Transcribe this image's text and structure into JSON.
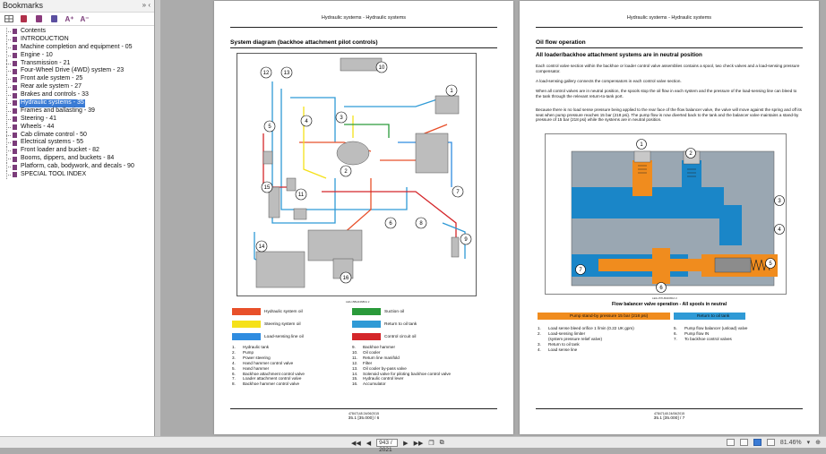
{
  "sidebar": {
    "title": "Bookmarks",
    "header_controls": "» ‹",
    "tools": [
      "grid-icon",
      "bookmark-icon",
      "bookmark-add-icon",
      "bookmark-remove-icon",
      "A⁺",
      "A⁻"
    ],
    "items": [
      {
        "label": "Contents"
      },
      {
        "label": "INTRODUCTION"
      },
      {
        "label": "Machine completion and equipment - 05"
      },
      {
        "label": "Engine - 10"
      },
      {
        "label": "Transmission - 21"
      },
      {
        "label": "Four-Wheel Drive (4WD) system - 23"
      },
      {
        "label": "Front axle system - 25"
      },
      {
        "label": "Rear axle system - 27"
      },
      {
        "label": "Brakes and controls - 33"
      },
      {
        "label": "Hydraulic systems - 35",
        "selected": true
      },
      {
        "label": "Frames and ballasting - 39"
      },
      {
        "label": "Steering - 41"
      },
      {
        "label": "Wheels - 44"
      },
      {
        "label": "Cab climate control - 50"
      },
      {
        "label": "Electrical systems - 55"
      },
      {
        "label": "Front loader and bucket - 82"
      },
      {
        "label": "Booms, dippers, and buckets - 84"
      },
      {
        "label": "Platform, cab, bodywork, and decals - 90"
      },
      {
        "label": "SPECIAL TOOL INDEX"
      }
    ]
  },
  "page_left": {
    "header": "Hydraulic systems - Hydraulic systems",
    "title": "System diagram (backhoe attachment pilot controls)",
    "figure_code": "LEIL15BH0468FA",
    "figure_number": "2",
    "legend": [
      {
        "label": "Hydraulic system oil",
        "color": "#e8502a"
      },
      {
        "label": "Suction oil",
        "color": "#2a9a3a"
      },
      {
        "label": "Steering system oil",
        "color": "#f5e11a"
      },
      {
        "label": "Return to oil tank",
        "color": "#2f9ad6"
      },
      {
        "label": "Load-sensing line oil",
        "color": "#2f8ce0"
      },
      {
        "label": "Control circuit oil",
        "color": "#d4262a"
      }
    ],
    "items_left": [
      {
        "n": "1.",
        "t": "Hydraulic tank"
      },
      {
        "n": "2.",
        "t": "Pump"
      },
      {
        "n": "3.",
        "t": "Power steering"
      },
      {
        "n": "4.",
        "t": "Hand hammer control valve"
      },
      {
        "n": "5.",
        "t": "Hand hammer"
      },
      {
        "n": "6.",
        "t": "Backhoe attachment control valve"
      },
      {
        "n": "7.",
        "t": "Loader attachment control valve"
      },
      {
        "n": "8.",
        "t": "Backhoe hammer control valve"
      }
    ],
    "items_right": [
      {
        "n": "9.",
        "t": "Backhoe hammer"
      },
      {
        "n": "10.",
        "t": "Oil cooler"
      },
      {
        "n": "11.",
        "t": "Return line manifold"
      },
      {
        "n": "12.",
        "t": "Filter"
      },
      {
        "n": "13.",
        "t": "Oil cooler by-pass valve"
      },
      {
        "n": "14.",
        "t": "Solenoid valve for piloting backhoe control valve"
      },
      {
        "n": "15.",
        "t": "Hydraulic control lever"
      },
      {
        "n": "16.",
        "t": "Accumulator"
      }
    ],
    "footer_line1": "47847148 24/06/2015",
    "footer_line2": "35.1 [35.000] / 6",
    "callouts": [
      "1",
      "2",
      "3",
      "4",
      "5",
      "6",
      "7",
      "8",
      "9",
      "10",
      "11",
      "12",
      "13",
      "14",
      "15",
      "16"
    ]
  },
  "page_right": {
    "header": "Hydraulic systems - Hydraulic systems",
    "title": "Oil flow operation",
    "subtitle": "All loader/backhoe attachment systems are in neutral position",
    "paragraphs": [
      "Each control valve section within the backhoe or loader control valve assemblies contains a spool, two check valves and a load-sensing pressure compensator.",
      "A load-sensing gallery connects the compensators in each control valve section.",
      "When all control valves are in neutral position, the spools stop the oil flow in each system and the pressure of the load-sensing line can bleed to the tank through the relevant return-to-tank port.",
      "Because there is no load sense pressure being applied to the rear face of the flow balancer valve, the valve will move against the spring and off its seat when pump pressure reaches 15 bar (218 psi). The pump flow is now diverted back to the tank and the balancer valve maintains a stand-by pressure of 15 bar (218 psi) while the systems are in neutral position."
    ],
    "figure_code": "LEIL15TLB0468FA",
    "figure_number": "3",
    "figure_caption": "Flow balancer valve operation - All spools in neutral",
    "legend": [
      {
        "label": "Pump stand-by pressure 15 bar (218 psi)",
        "color": "#f08c1e"
      },
      {
        "label": "Return to oil tank",
        "color": "#2f9ad6"
      }
    ],
    "items_left": [
      {
        "n": "1.",
        "t": "Load sense bleed orifice 1 l/min (0.22 UK gpm)"
      },
      {
        "n": "2.",
        "t": "Load-sensing limiter"
      },
      {
        "n": "",
        "t": "(system pressure relief valve)"
      },
      {
        "n": "3.",
        "t": "Return to oil tank"
      },
      {
        "n": "4.",
        "t": "Load sense line"
      }
    ],
    "items_right": [
      {
        "n": "5.",
        "t": "Pump flow balancer (unload) valve"
      },
      {
        "n": "6.",
        "t": "Pump flow IN"
      },
      {
        "n": "",
        "t": ""
      },
      {
        "n": "7.",
        "t": "To backhoe control valves"
      }
    ],
    "footer_line1": "47847148 24/06/2015",
    "footer_line2": "35.1 [35.000] / 7",
    "callouts": [
      "1",
      "2",
      "3",
      "4",
      "5",
      "6",
      "7"
    ]
  },
  "bottom_bar": {
    "current_page": "943",
    "total_pages": "/ 2021",
    "zoom": "81.46%"
  }
}
